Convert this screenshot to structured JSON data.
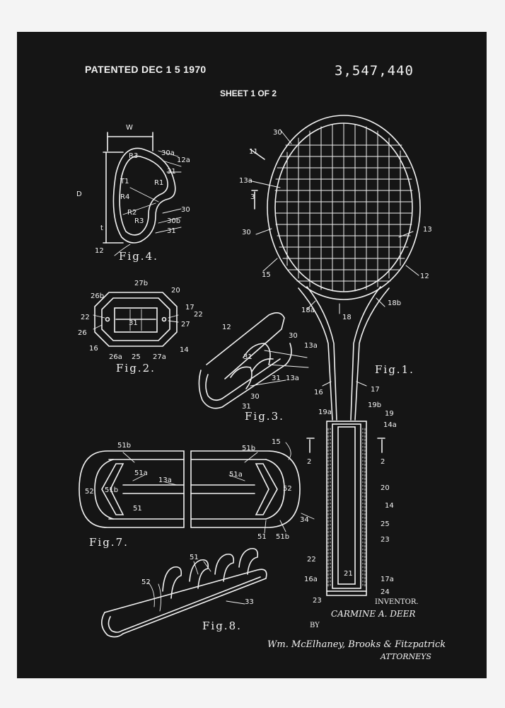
{
  "header": {
    "patented": "PATENTED DEC 1 5 1970",
    "patent_number": "3,547,440",
    "sheet": "SHEET 1 OF 2"
  },
  "figures": {
    "fig1": "Fig.1.",
    "fig2": "Fig.2.",
    "fig3": "Fig.3.",
    "fig4": "Fig.4.",
    "fig7": "Fig.7.",
    "fig8": "Fig.8."
  },
  "inventor": {
    "label": "INVENTOR.",
    "name": "CARMINE A. DEER",
    "by": "BY",
    "attorneys_signature": "Wm. McElhaney, Brooks & Fitzpatrick",
    "attorneys_label": "ATTORNEYS"
  },
  "colors": {
    "background": "#f4f4f4",
    "poster": "#151515",
    "ink": "#f2f2f2"
  }
}
